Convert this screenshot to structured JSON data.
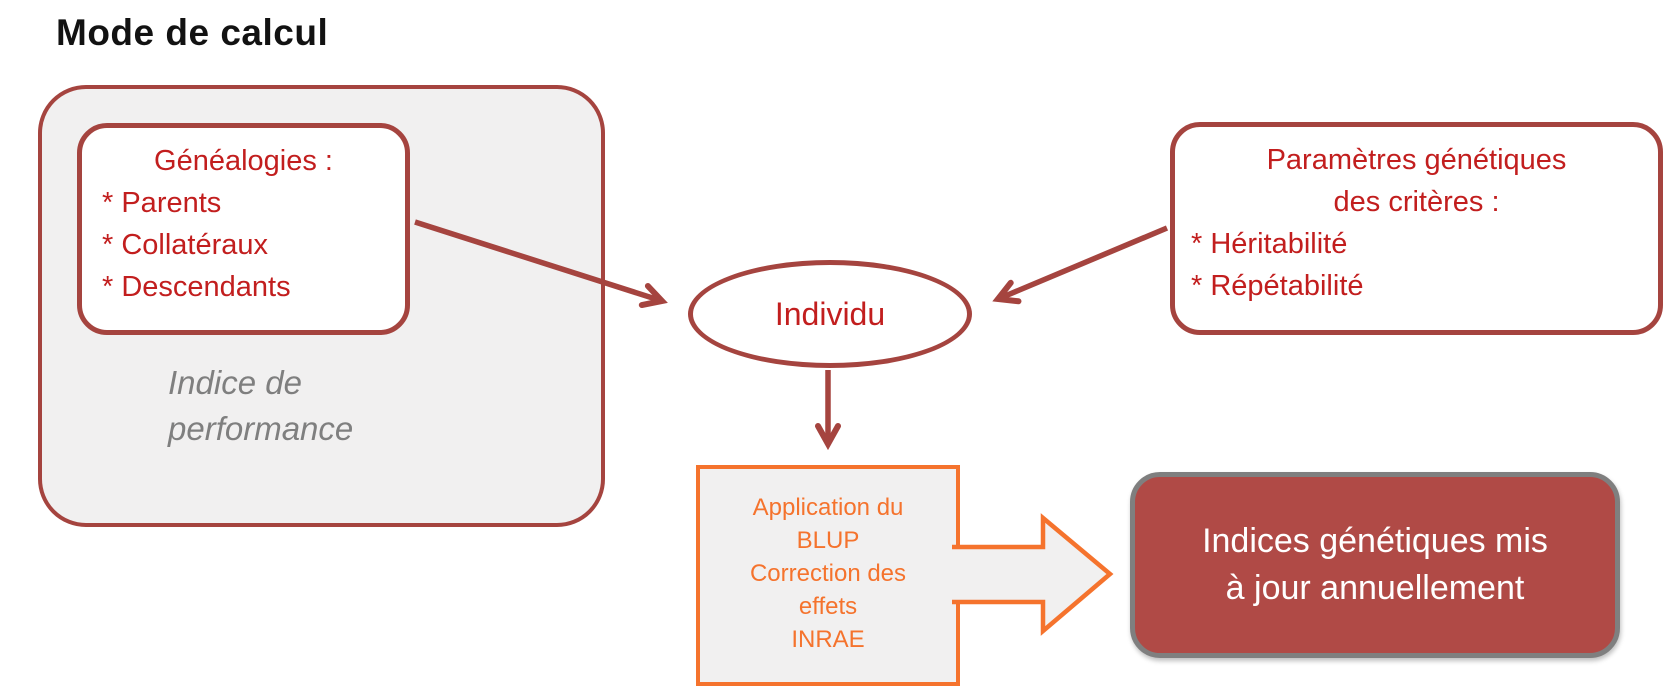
{
  "title": "Mode de calcul",
  "colors": {
    "shape_border_red": "#a5443f",
    "text_red": "#c21e1e",
    "orange": "#f5732d",
    "result_fill_red": "#b04a46",
    "result_border_gray": "#7f7f7f",
    "panel_gray_fill": "#f1f0f0",
    "muted_text_gray": "#7f7f7f"
  },
  "diagram": {
    "genealogies_box": {
      "lines": [
        "Généalogies :",
        "* Parents",
        "* Collatéraux",
        "* Descendants"
      ]
    },
    "performance_label": {
      "lines": [
        "Indice de",
        "performance"
      ]
    },
    "parameters_box": {
      "lines": [
        "Paramètres génétiques",
        "des critères :",
        "* Héritabilité",
        "* Répétabilité"
      ]
    },
    "individual_ellipse": {
      "label": "Individu"
    },
    "blup_box": {
      "lines": [
        "Application du",
        "BLUP",
        "Correction des",
        "effets",
        "INRAE"
      ]
    },
    "result_box": {
      "lines": [
        "Indices génétiques mis",
        "à jour annuellement"
      ]
    }
  }
}
